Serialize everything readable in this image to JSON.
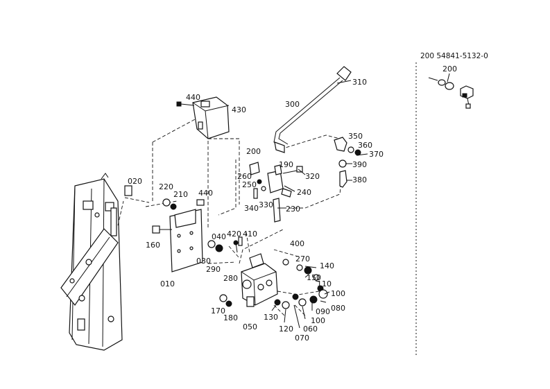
{
  "header_note": "200  54841-5132-0",
  "inset_label": "200",
  "labels": {
    "l010": "010",
    "l020": "020",
    "l030": "030",
    "l040": "040",
    "l050": "050",
    "l060": "060",
    "l070": "070",
    "l080": "080",
    "l090": "090",
    "l100a": "100",
    "l100b": "100",
    "l110": "110",
    "l120": "120",
    "l130": "130",
    "l140": "140",
    "l150": "150",
    "l160": "160",
    "l170": "170",
    "l180": "180",
    "l190": "190",
    "l200": "200",
    "l210": "210",
    "l220": "220",
    "l230": "230",
    "l240": "240",
    "l250": "250",
    "l260": "260",
    "l270": "270",
    "l280": "280",
    "l290": "290",
    "l300": "300",
    "l310": "310",
    "l320": "320",
    "l330": "330",
    "l340": "340",
    "l350": "350",
    "l360": "360",
    "l370": "370",
    "l380": "380",
    "l390": "390",
    "l400": "400",
    "l410": "410",
    "l420": "420",
    "l430": "430",
    "l440a": "440",
    "l440b": "440"
  }
}
